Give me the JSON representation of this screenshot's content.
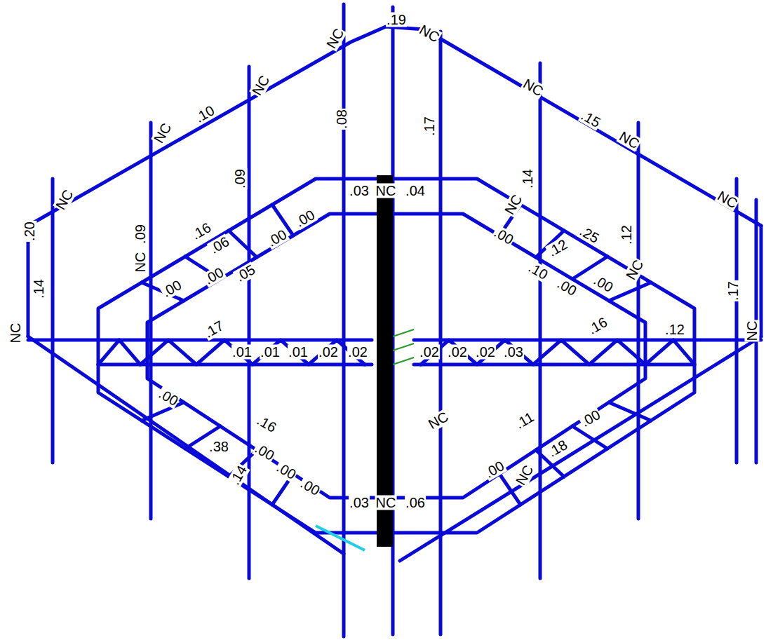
{
  "diagram": {
    "labels": [
      ".19",
      "NC",
      "NC",
      ".10",
      "NC",
      "NC",
      "NC",
      ".15",
      "NC",
      "NC",
      "NC",
      ".08",
      ".17",
      ".09",
      "NC",
      ".09",
      ".20",
      ".14",
      "NC",
      ".16",
      ".06",
      ".05",
      ".00",
      ".00",
      ".00",
      ".00",
      ".14",
      "NC",
      ".25",
      ".12",
      ".12",
      ".10",
      ".00",
      ".00",
      ".00",
      "NC",
      ".17",
      ".16",
      "NC",
      ".12",
      ".01",
      ".01",
      ".01",
      ".02",
      ".02",
      ".02",
      ".02",
      ".02",
      ".03",
      ".03",
      "NC",
      ".04",
      ".03",
      "NC",
      ".06",
      ".00",
      ".38",
      ".16",
      ".00",
      ".00",
      ".00",
      ".14",
      ".11",
      ".18",
      ".00",
      ".00",
      "NC",
      "NC",
      ".17"
    ]
  }
}
